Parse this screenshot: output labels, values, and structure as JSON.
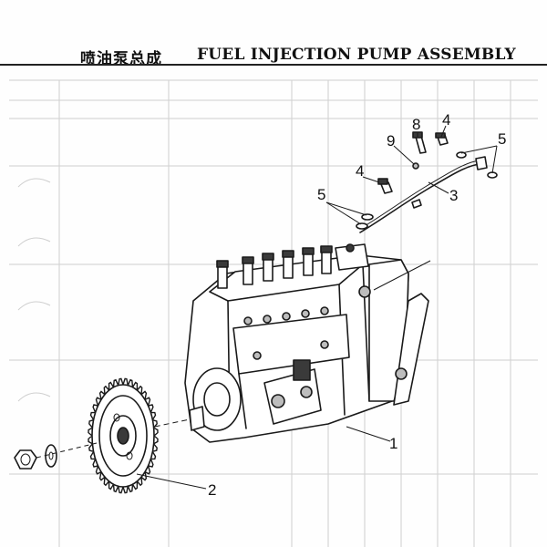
{
  "header": {
    "title_cn": "喷油泵总成",
    "title_en": "FUEL INJECTION PUMP ASSEMBLY"
  },
  "callouts": [
    "1",
    "2",
    "3",
    "4",
    "4",
    "5",
    "5",
    "8",
    "9"
  ],
  "colors": {
    "ink": "#1a1a1a",
    "background": "#fefefe",
    "ghost": "#cfcfcf"
  }
}
